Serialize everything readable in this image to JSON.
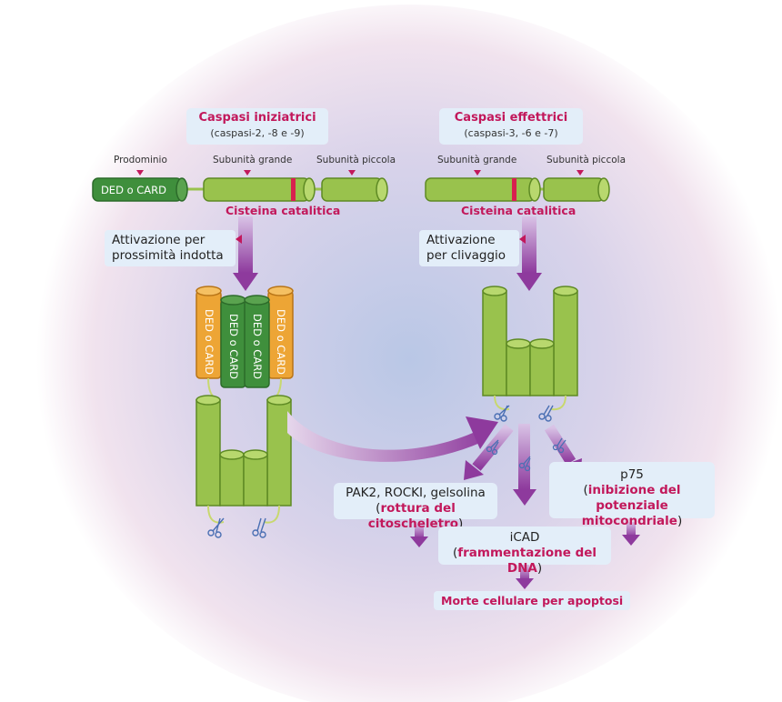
{
  "initiator": {
    "title": "Caspasi iniziatrici",
    "subtitle": "(caspasi-2, -8 e -9)",
    "label_prodomain": "Prodominio",
    "label_large": "Subunità grande",
    "label_small": "Subunità piccola",
    "domain_label": "DED o CARD",
    "cysteine": "Cisteina catalitica",
    "activation_line1": "Attivazione per",
    "activation_line2": "prossimità indotta"
  },
  "effector": {
    "title": "Caspasi effettrici",
    "subtitle": "(caspasi-3, -6 e -7)",
    "label_large": "Subunità grande",
    "label_small": "Subunità piccola",
    "cysteine": "Cisteina catalitica",
    "activation_line1": "Attivazione",
    "activation_line2": "per clivaggio"
  },
  "substrates": [
    {
      "name": "PAK2, ROCKI, gelsolina",
      "open": "(",
      "effect": "rottura del citoscheletro",
      "close": ")"
    },
    {
      "name": "iCAD",
      "open": "(",
      "effect": "frammentazione del DNA",
      "close": ")"
    },
    {
      "name": "p75",
      "open": "(",
      "effect_1": "inibizione del potenziale",
      "effect_2": "mitocondriale",
      "close": ")"
    }
  ],
  "outcome": "Morte cellulare per apoptosi",
  "colors": {
    "green": "#99c24d",
    "dark_green": "#3f8f3c",
    "orange": "#eda535",
    "magenta": "#c2185b",
    "purple": "#8e3a9d",
    "box": "#e3eef9"
  }
}
